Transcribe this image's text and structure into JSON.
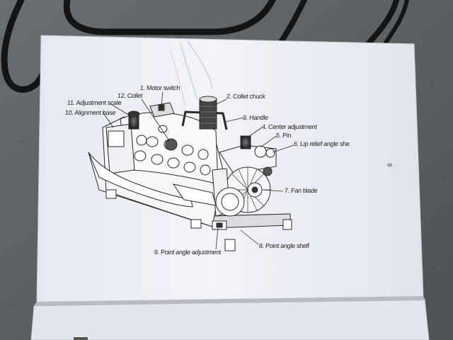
{
  "diagram": {
    "labels": [
      {
        "id": "motor-switch",
        "text": "1. Motor switch"
      },
      {
        "id": "collet-chuck",
        "text": "2. Collet chuck"
      },
      {
        "id": "handle",
        "text": "3. Handle"
      },
      {
        "id": "center-adjustment",
        "text": "4. Center adjustment"
      },
      {
        "id": "pin",
        "text": "5. Pin"
      },
      {
        "id": "lip-relief-angle",
        "text": "6. Lip relief angle she"
      },
      {
        "id": "fan-blade",
        "text": "7. Fan blade"
      },
      {
        "id": "point-angle-shelf",
        "text": "8. Point angle shelf"
      },
      {
        "id": "point-angle-adjustment",
        "text": "9. Point angle adjustment"
      },
      {
        "id": "alignment-base",
        "text": "10. Alignment base"
      },
      {
        "id": "adjustment-scale",
        "text": "11. Adjustment scale"
      },
      {
        "id": "collet",
        "text": "12. Collet"
      }
    ],
    "page_number": "8"
  },
  "colors": {
    "background": "#5f6366",
    "paper": "#eef0f6",
    "ink": "#2a2a2a",
    "cable": "#141414"
  }
}
